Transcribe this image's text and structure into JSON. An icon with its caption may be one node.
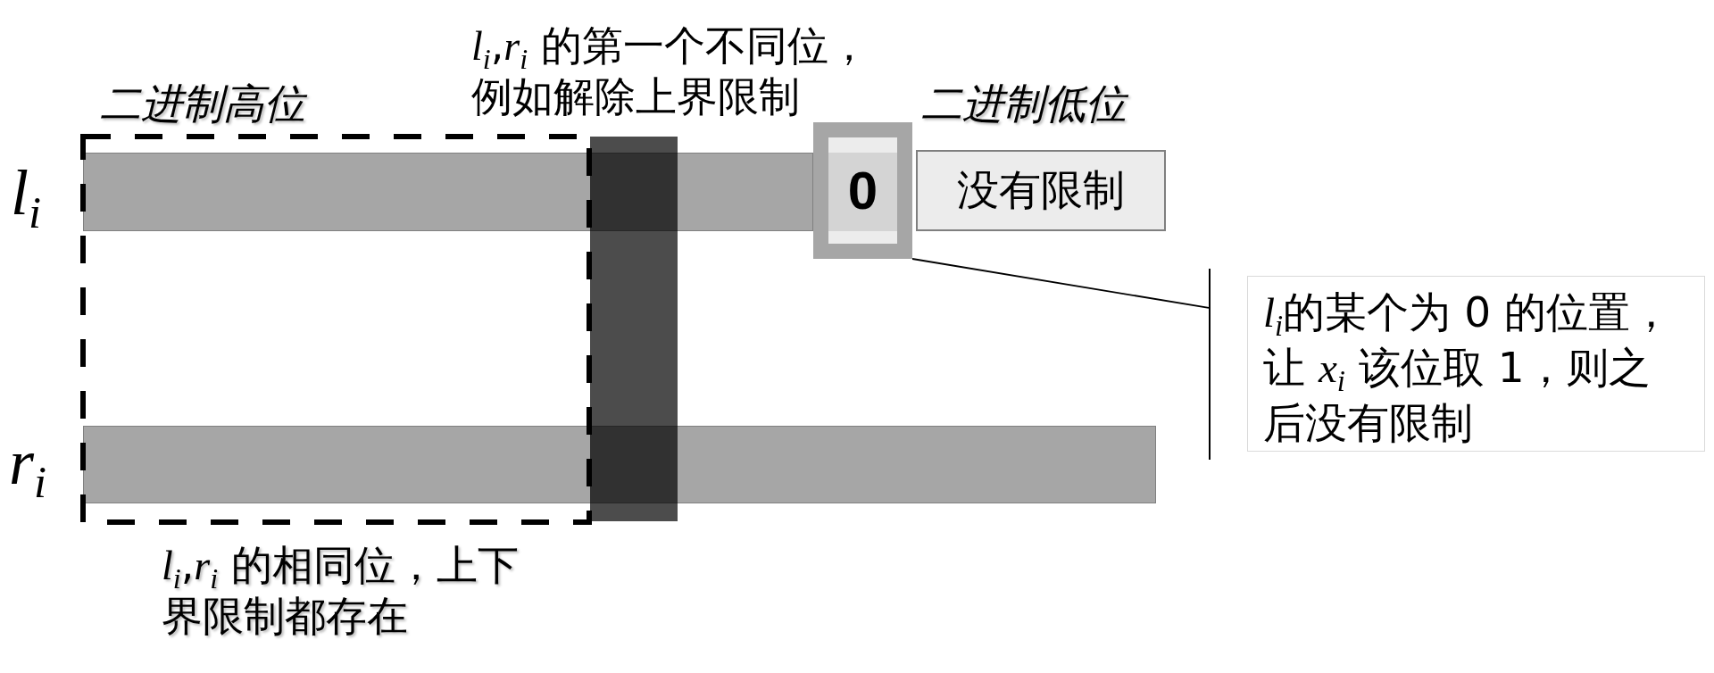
{
  "diagram": {
    "nodes": [
      {
        "text": [],
        "shape": "bar",
        "beside": [
          "l$_{i}$"
        ]
      },
      {
        "text": [
          "0"
        ]
      },
      {
        "text": [
          "没有限制"
        ]
      },
      {
        "text": [
          "*l*$_{i}$的某个为 0 的位置，让 *x*$_{i}$ 该位取 1，则之后没有限制"
        ]
      },
      {
        "text": [],
        "shape": "bar",
        "beside": [
          "r$_{i}$"
        ]
      }
    ],
    "edges": [
      {
        "from": 1,
        "to": 3,
        "arrow": "none"
      }
    ],
    "labels": [
      "*l*$_{i}$,*r*$_{i}$ 的第一个不同位，例如解除上界限制",
      "二进制高位",
      "二进制低位",
      "*l*$_{i}$,*r*$_{i}$ 的相同位，上下界限制都存在"
    ]
  }
}
